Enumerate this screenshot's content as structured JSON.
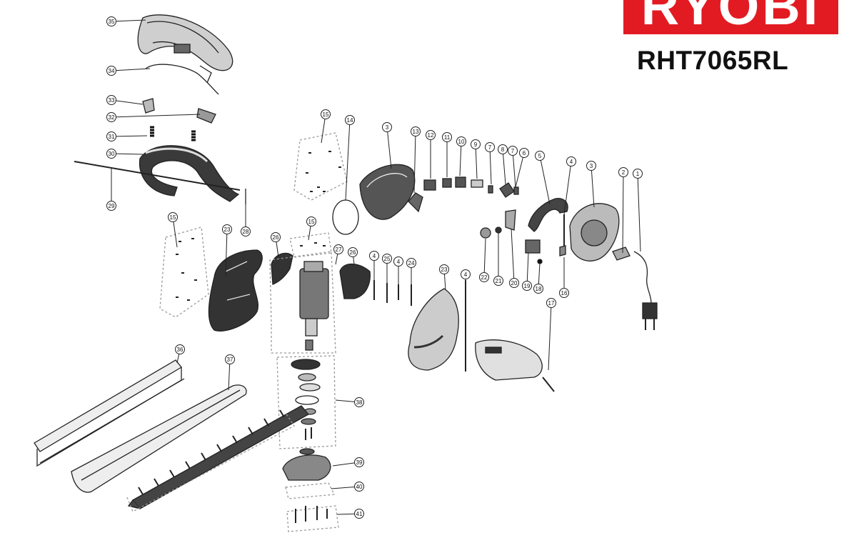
{
  "brand": "RYOBI",
  "model": "RHT7065RL",
  "callouts": [
    "1",
    "2",
    "3",
    "3",
    "4",
    "4",
    "4",
    "4",
    "5",
    "6",
    "7",
    "7",
    "8",
    "9",
    "10",
    "11",
    "12",
    "13",
    "14",
    "15",
    "15",
    "15",
    "16",
    "17",
    "18",
    "19",
    "20",
    "21",
    "22",
    "23",
    "23",
    "24",
    "25",
    "26",
    "26",
    "27",
    "28",
    "29",
    "30",
    "31",
    "32",
    "33",
    "34",
    "35",
    "36",
    "37",
    "38",
    "39",
    "40",
    "41"
  ],
  "colors": {
    "brand_red": "#e21b23",
    "line": "#222222",
    "part_dark": "#3a3a3a",
    "part_light": "#d9d9d9"
  }
}
